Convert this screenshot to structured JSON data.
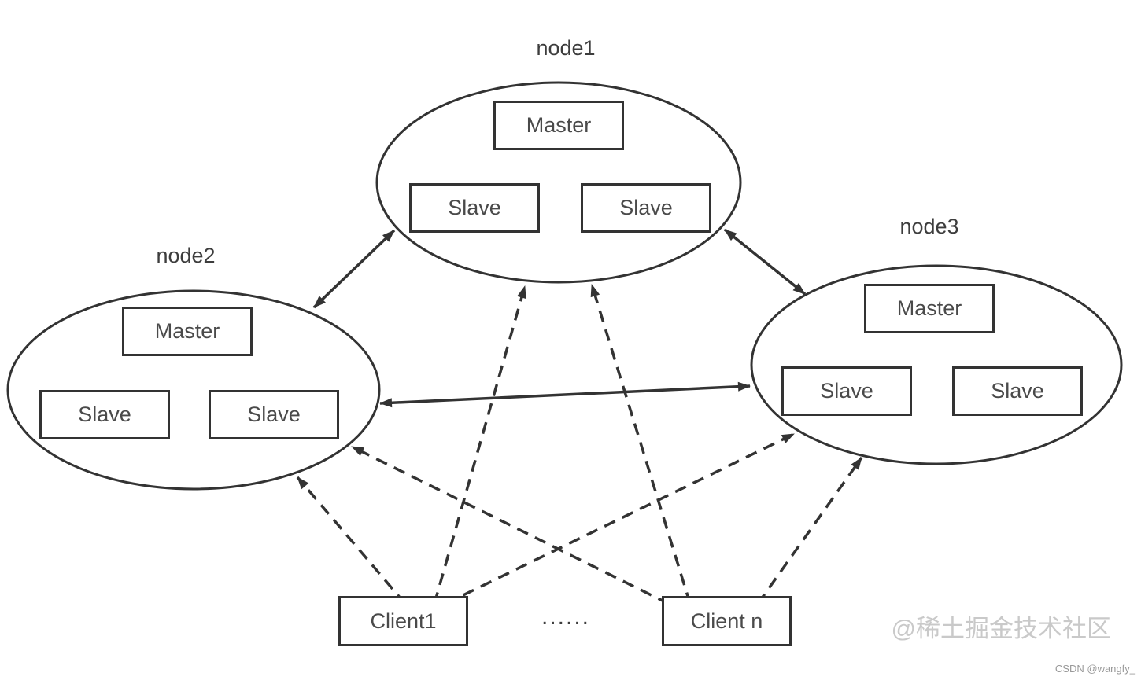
{
  "nodes": [
    {
      "label": "node1",
      "master": "Master",
      "slaves": [
        "Slave",
        "Slave"
      ]
    },
    {
      "label": "node2",
      "master": "Master",
      "slaves": [
        "Slave",
        "Slave"
      ]
    },
    {
      "label": "node3",
      "master": "Master",
      "slaves": [
        "Slave",
        "Slave"
      ]
    }
  ],
  "clients": [
    {
      "label": "Client1"
    },
    {
      "label": "Client n"
    }
  ],
  "ellipsis": "......",
  "watermark": "@稀土掘金技术社区",
  "credit": "CSDN @wangfy_",
  "links": {
    "bidirectional_solid": [
      [
        "node2",
        "node1"
      ],
      [
        "node1",
        "node3"
      ],
      [
        "node2",
        "node3"
      ]
    ],
    "dashed_client_to_node": [
      [
        "Client1",
        "node2"
      ],
      [
        "Client1",
        "node1"
      ],
      [
        "Client1",
        "node3"
      ],
      [
        "Client n",
        "node2"
      ],
      [
        "Client n",
        "node1"
      ],
      [
        "Client n",
        "node3"
      ]
    ]
  },
  "colors": {
    "line": "#333333",
    "box_text": "#4a4a4a",
    "watermark": "#c9c9c9",
    "credit": "#999999",
    "background": "#ffffff"
  }
}
